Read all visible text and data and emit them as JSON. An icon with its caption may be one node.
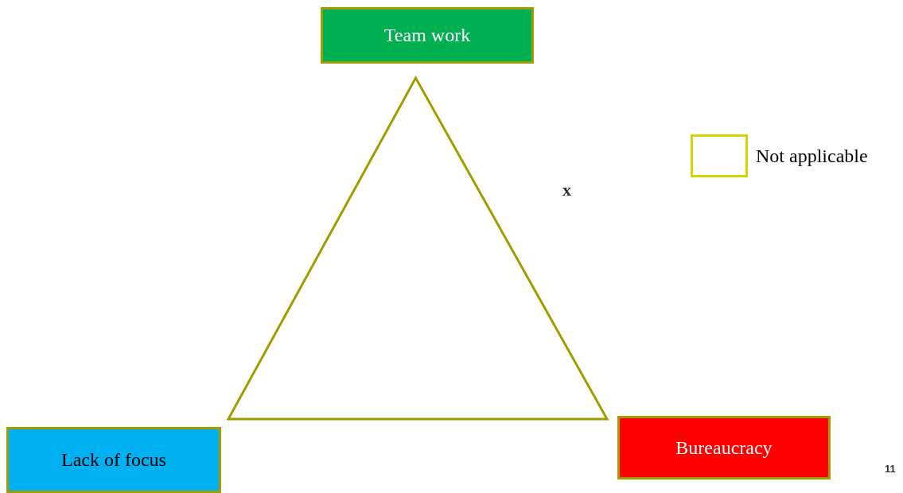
{
  "diagram": {
    "nodes": [
      {
        "text": [
          "Team work"
        ]
      },
      {
        "text": [],
        "shape": "triangle"
      },
      {
        "text": [
          "Lack of focus"
        ]
      },
      {
        "text": [
          "Bureaucracy"
        ]
      }
    ],
    "edges": [],
    "labels": [
      "x",
      "11"
    ],
    "legend": [
      {
        "text": "Not applicable"
      }
    ]
  }
}
